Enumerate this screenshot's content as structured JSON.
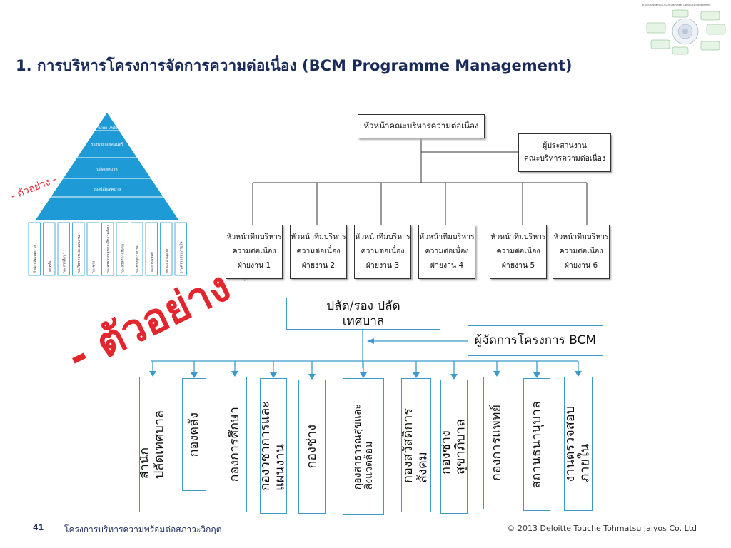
{
  "title": "1. การบริหารโครงการจัดการความต่อเนื่อง (BCM Programme Management)",
  "thumbnail": {
    "caption": "ตัวอย่างมาตรฐาน ISO22301 Business Continuity Management"
  },
  "watermark": {
    "big": "- ตัวอย่าง -",
    "small": "- ตัวอย่าง -"
  },
  "pyramid": {
    "levels": [
      "นายก เทศมนตรี",
      "รองนายกเทศมนตรี",
      "ปลัดเทศบาล",
      "รองปลัดเทศบาล"
    ],
    "units": [
      "สำนักปลัดเทศบาล",
      "กองคลัง",
      "กองการศึกษา",
      "กองวิชาการและแผนงาน",
      "กองช่าง",
      "กองสาธารณสุขและสิ่งแวดล้อม",
      "กองสวัสดิการสังคม",
      "กองช่างสุขาภิบาล",
      "กองการแพทย์",
      "สถานธนานุบาล",
      "งานตรวจสอบภายใน"
    ]
  },
  "org_chart": {
    "head": "หัวหน้าคณะบริหารความต่อเนื่อง",
    "coordinator": [
      "ผู้ประสานงาน",
      "คณะบริหารความต่อเนื่อง"
    ],
    "teams": [
      [
        "หัวหน้าทีมบริหาร",
        "ความต่อเนื่อง",
        "ฝ่ายงาน 1"
      ],
      [
        "หัวหน้าทีมบริหาร",
        "ความต่อเนื่อง",
        "ฝ่ายงาน 2"
      ],
      [
        "หัวหน้าทีมบริหาร",
        "ความต่อเนื่อง",
        "ฝ่ายงาน 3"
      ],
      [
        "หัวหน้าทีมบริหาร",
        "ความต่อเนื่อง",
        "ฝ่ายงาน 4"
      ],
      [
        "หัวหน้าทีมบริหาร",
        "ความต่อเนื่อง",
        "ฝ่ายงาน 5"
      ],
      [
        "หัวหน้าทีมบริหาร",
        "ความต่อเนื่อง",
        "ฝ่ายงาน 6"
      ]
    ]
  },
  "bcm_chart": {
    "top": "ปลัด/รอง ปลัดเทศบาล",
    "manager": "ผู้จัดการโครงการ BCM",
    "units": [
      "สำนัก ปลัดเทศบาล",
      "กองคลัง",
      "กองการศึกษา",
      "กองวิชาการและ แผนงาน",
      "กองช่าง",
      "กองสาธารณสุขและ สิ่งแวดล้อม",
      "กองสวัสดิการ สังคม",
      "กองช่าง สุขาภิบาล",
      "กองการแพทย์",
      "สถานธนานุบาล",
      "งานตรวจสอบ ภายใน"
    ]
  },
  "footer": {
    "page_number": "41",
    "text": "โครงการบริหารความพร้อมต่อสภาวะวิกฤต",
    "copyright": "© 2013 Deloitte Touche Tohmatsu Jaiyos Co. Ltd"
  },
  "colors": {
    "title": "#1a2b5a",
    "pyramid": "#1e9ad6",
    "box_border": "#3b9ac9",
    "watermark": "#e3262d"
  }
}
